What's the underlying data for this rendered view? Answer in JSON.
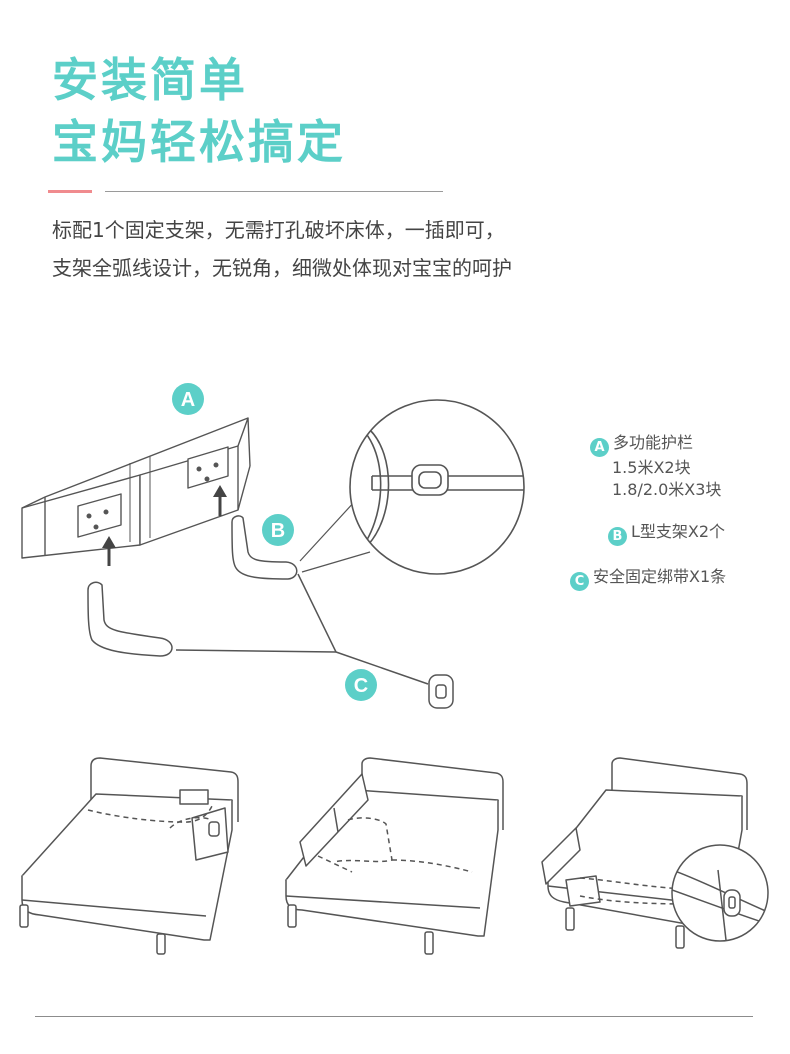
{
  "header": {
    "title_line1": "安装简单",
    "title_line2": "宝妈轻松搞定"
  },
  "description": {
    "line1": "标配1个固定支架，无需打孔破坏床体，一插即可，",
    "line2": "支架全弧线设计，无锐角，细微处体现对宝宝的呵护"
  },
  "labels": {
    "a": "A",
    "b": "B",
    "c": "C"
  },
  "legend": {
    "a_title": "多功能护栏",
    "a_line1": "1.5米X2块",
    "a_line2": "1.8/2.0米X3块",
    "b_title": "L型支架X2个",
    "c_title": "安全固定绑带X1条"
  },
  "colors": {
    "accent": "#5ccfc8",
    "accent_bar": "#f08b8e",
    "line": "#555555"
  }
}
